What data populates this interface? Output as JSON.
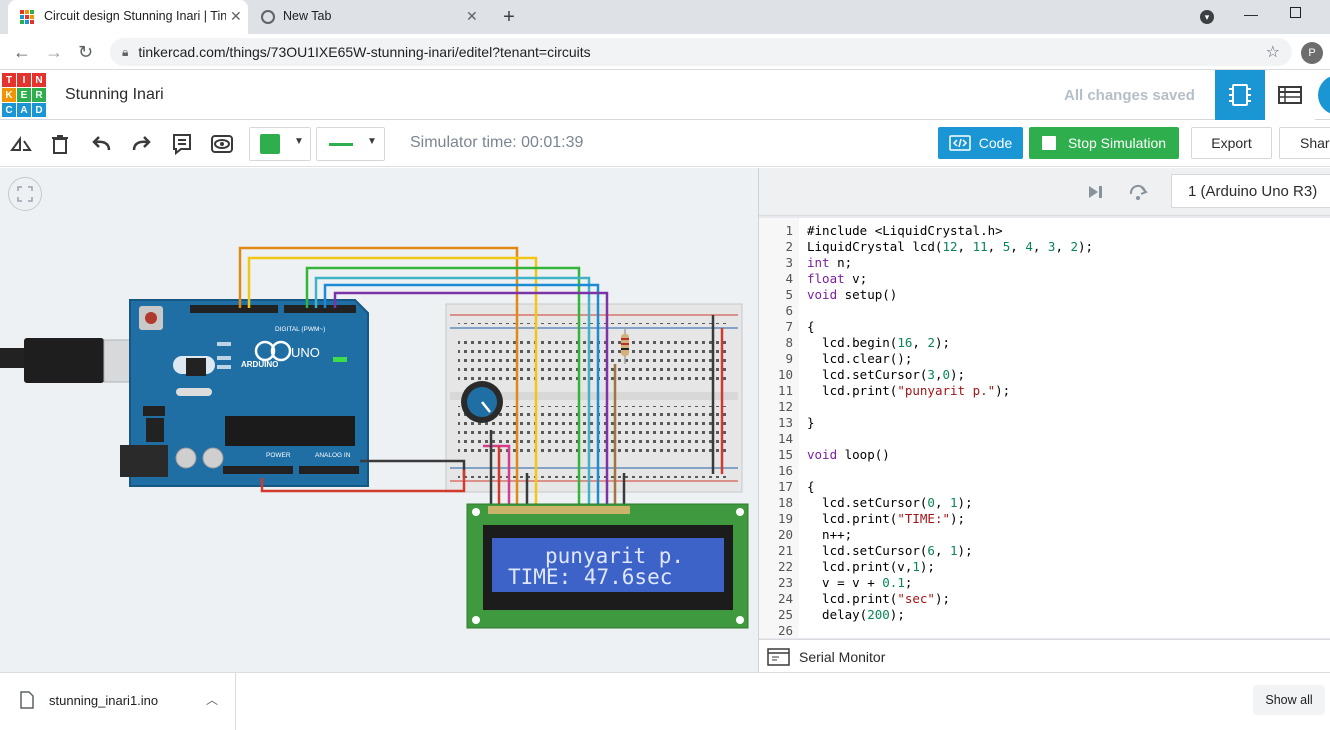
{
  "browser": {
    "tabs": [
      {
        "title": "Circuit design Stunning Inari | Tin",
        "active": true,
        "icon": "tinkercad-favicon"
      },
      {
        "title": "New Tab",
        "active": false,
        "icon": "chrome-favicon"
      }
    ],
    "url": "tinkercad.com/things/73OU1IXE65W-stunning-inari/editel?tenant=circuits",
    "profile_initial": "P"
  },
  "app": {
    "logo_letters": [
      "T",
      "I",
      "N",
      "K",
      "E",
      "R",
      "C",
      "A",
      "D"
    ],
    "project_name": "Stunning Inari",
    "save_status": "All changes saved"
  },
  "toolbar": {
    "simulator_time": "Simulator time: 00:01:39",
    "code_label": "Code",
    "stop_label": "Stop Simulation",
    "export_label": "Export",
    "share_label": "Share",
    "color_swatch": "#2eae4c",
    "wire_color": "#2eae4c"
  },
  "circuit": {
    "arduino_brand": "ARDUINO",
    "arduino_model": "UNO",
    "digital_label": "DIGITAL (PWM~)",
    "power_label": "POWER",
    "analog_label": "ANALOG IN",
    "lcd_line1": "punyarit p.",
    "lcd_line2": "TIME: 47.6sec"
  },
  "code_panel": {
    "device": "1 (Arduino Uno R3)",
    "serial_monitor": "Serial Monitor",
    "lines": [
      "#include <LiquidCrystal.h>",
      "LiquidCrystal lcd(12, 11, 5, 4, 3, 2);",
      "int n;",
      "float v;",
      "void setup()",
      "",
      "{",
      "  lcd.begin(16, 2);",
      "  lcd.clear();",
      "  lcd.setCursor(3,0);",
      "  lcd.print(\"punyarit p.\");",
      "",
      "}",
      "",
      "void loop()",
      "",
      "{",
      "  lcd.setCursor(0, 1);",
      "  lcd.print(\"TIME:\");",
      "  n++;",
      "  lcd.setCursor(6, 1);",
      "  lcd.print(v,1);",
      "  v = v + 0.1;",
      "  lcd.print(\"sec\");",
      "  delay(200);",
      "",
      "}"
    ]
  },
  "download": {
    "filename": "stunning_inari1.ino",
    "show_all": "Show all"
  }
}
